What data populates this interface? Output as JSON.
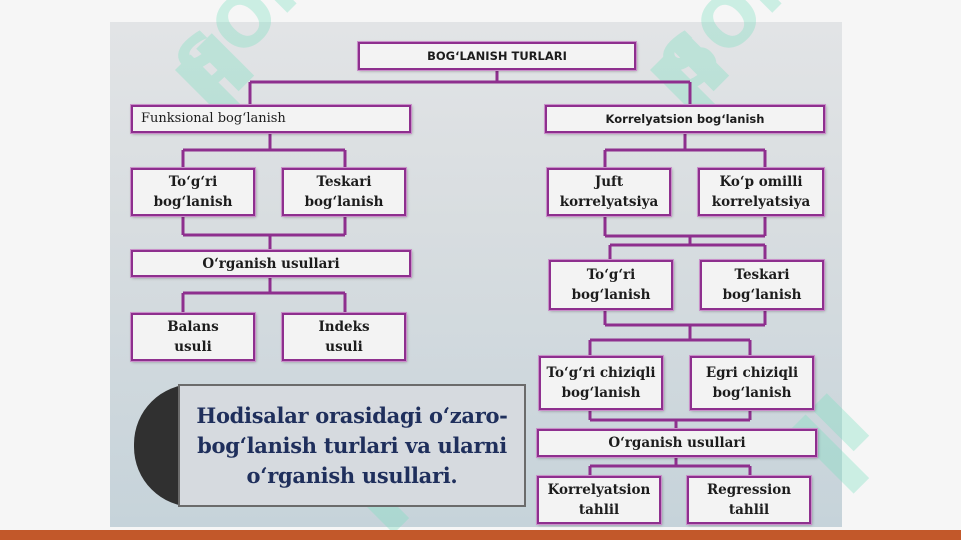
{
  "diagram": {
    "root": "BOG‘LANISH TURLARI",
    "left": {
      "title": "Funksional bog‘lanish",
      "child1": "To‘g‘ri\nbog‘lanish",
      "child2": "Teskari\nbog‘lanish",
      "methods": "O‘rganish usullari",
      "method1": "Balans\nusuli",
      "method2": "Indeks\nusuli"
    },
    "right": {
      "title": "Korrelyatsion bog‘lanish",
      "child1": "Juft\nkorrelyatsiya",
      "child2": "Ko‘p omilli\nkorrelyatsiya",
      "dir1": "To‘g‘ri\nbog‘lanish",
      "dir2": "Teskari\nbog‘lanish",
      "form1": "To‘g‘ri chiziqli\nbog‘lanish",
      "form2": "Egri chiziqli\nbog‘lanish",
      "methods": "O‘rganish usullari",
      "method1": "Korrelyatsion\ntahlil",
      "method2": "Regression\ntahlil"
    }
  },
  "caption": "Hodisalar orasidagi o‘zaro-\nbog‘lanish turlari va ularni\no‘rganish usullari.",
  "watermark": "SOFT",
  "colors": {
    "connector": "#8e2f8e",
    "accent_bar": "#c2582a",
    "caption_text": "#1f2f5c",
    "watermark": "#7de0c0"
  }
}
